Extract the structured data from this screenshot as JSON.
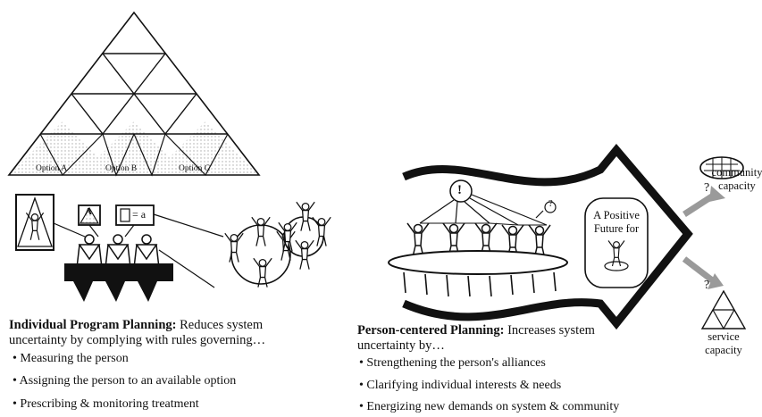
{
  "pyramid": {
    "options": [
      "Option A",
      "Option B",
      "Option C"
    ]
  },
  "left_panel": {
    "box_labels": [
      "A",
      "= a"
    ],
    "title": "Individual Program Planning:",
    "subtitle_line1": " Reduces system",
    "subtitle_line2": "uncertainty by complying with rules governing…",
    "bullets": [
      "• Measuring the person",
      "• Assigning the person to an available option",
      "• Prescribing & monitoring treatment"
    ]
  },
  "right_panel": {
    "exclamation": "!",
    "question": "?",
    "future_label_line1": "A Positive",
    "future_label_line2": "Future for",
    "title": "Person-centered Planning:",
    "subtitle_line1": " Increases system",
    "subtitle_line2": "uncertainty by…",
    "bullets": [
      "• Strengthening the person's alliances",
      "• Clarifying individual interests & needs",
      "• Energizing new demands on system & community"
    ],
    "outcomes": [
      {
        "question": "?",
        "label_line1": "community",
        "label_line2": "capacity"
      },
      {
        "question": "?",
        "label_line1": "service",
        "label_line2": "capacity"
      }
    ]
  },
  "colors": {
    "ink": "#111111",
    "arrow_gray": "#9a9a9a",
    "shade": "#d9d9d9"
  }
}
